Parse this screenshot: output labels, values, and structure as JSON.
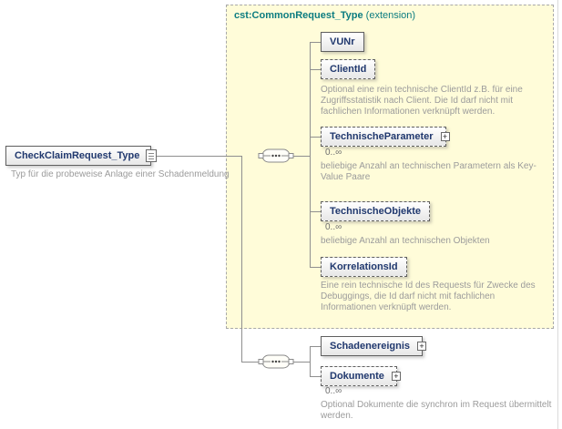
{
  "icons": {
    "expand": "+",
    "sequence": "sequence-compositor"
  },
  "root": {
    "label": "CheckClaimRequest_Type",
    "description": "Typ für die probeweise Anlage einer Schadenmeldung"
  },
  "extension": {
    "name": "cst:CommonRequest_Type",
    "suffix": " (extension)"
  },
  "children": {
    "vunr": {
      "label": "VUNr"
    },
    "clientid": {
      "label": "ClientId",
      "description": "Optional eine rein technische ClientId z.B. für eine Zugriffsstatistik nach Client. Die Id darf nicht mit fachlichen Informationen verknüpft werden."
    },
    "technischeparameter": {
      "label": "TechnischeParameter",
      "cardinality": "0..∞",
      "description": "beliebige Anzahl an technischen Parametern als Key-Value Paare"
    },
    "technischeobjekte": {
      "label": "TechnischeObjekte",
      "cardinality": "0..∞",
      "description": "beliebige Anzahl an technischen Objekten"
    },
    "korrelationsid": {
      "label": "KorrelationsId",
      "description": "Eine rein technische Id des Requests für Zwecke des Debuggings, die Id darf nicht mit fachlichen Informationen verknüpft werden."
    },
    "schadenereignis": {
      "label": "Schadenereignis"
    },
    "dokumente": {
      "label": "Dokumente",
      "cardinality": "0..∞",
      "description": "Optional Dokumente die synchron im Request übermittelt werden."
    }
  }
}
